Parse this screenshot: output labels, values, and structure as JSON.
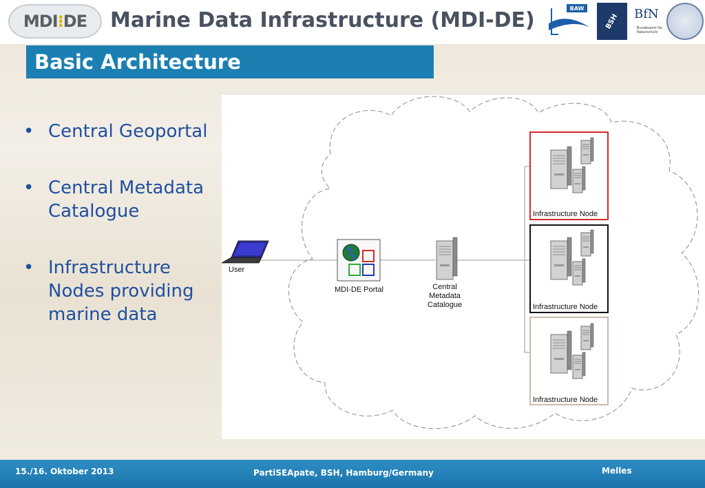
{
  "header": {
    "logo_text_left": "MDI",
    "logo_text_right": "DE",
    "title": "Marine Data Infrastructure (MDI-DE)",
    "partner_logos": [
      {
        "name": "baw-logo",
        "text": "BAW"
      },
      {
        "name": "bsh-logo",
        "text": "BSH"
      },
      {
        "name": "bfn-logo",
        "text": "BfN",
        "subtext": "Bundesamt für Naturschutz"
      },
      {
        "name": "university-seal-logo",
        "text": ""
      }
    ]
  },
  "slide": {
    "title": "Basic Architecture",
    "bullets": [
      "Central Geoportal",
      "Central Metadata Catalogue",
      "Infrastructure Nodes providing marine data"
    ]
  },
  "diagram": {
    "user_label": "User",
    "portal_label": "MDI-DE Portal",
    "catalogue_label_lines": [
      "Central",
      "Metadata",
      "Catalogue"
    ],
    "nodes": [
      {
        "label": "Infrastructure Node",
        "border_color": "#d42a2a"
      },
      {
        "label": "Infrastructure Node",
        "border_color": "#111111"
      },
      {
        "label": "Infrastructure Node",
        "border_color": "#c8bca8"
      }
    ],
    "colors": {
      "cloud_stroke": "#8a8a8a",
      "connector": "#9a9a9a"
    }
  },
  "footer": {
    "date": "15./16. Oktober 2013",
    "event": "PartiSEApate, BSH, Hamburg/Germany",
    "author": "Melles"
  }
}
